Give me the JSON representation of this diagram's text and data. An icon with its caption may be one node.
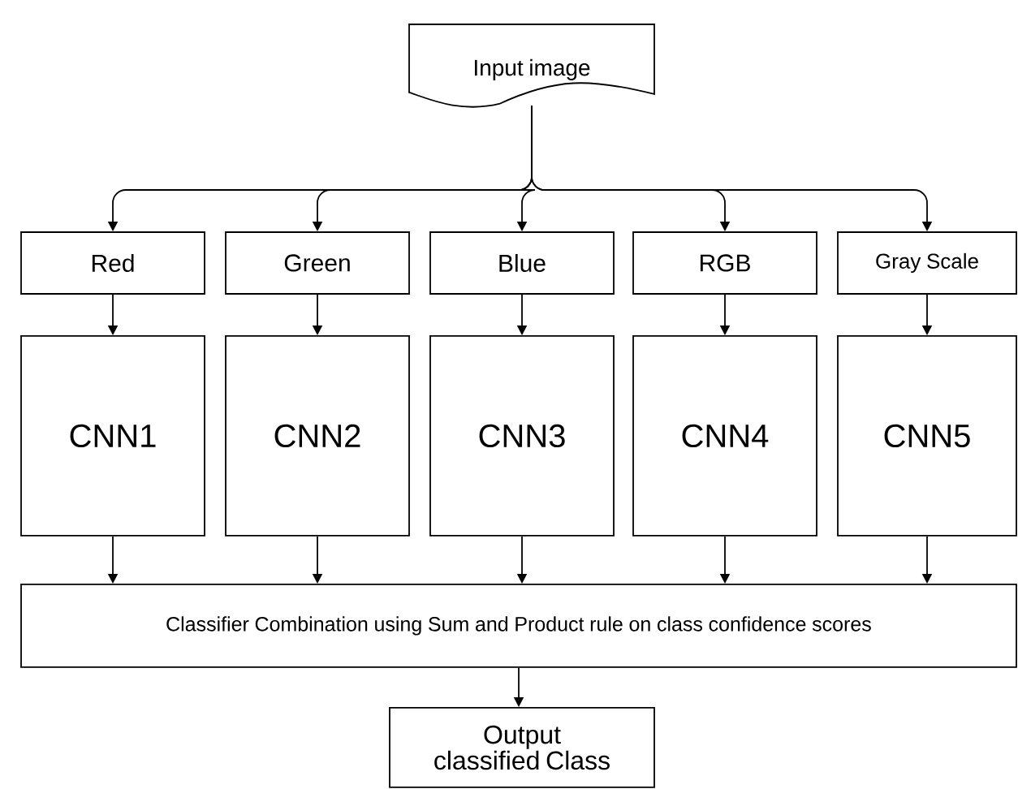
{
  "diagram": {
    "nodes": [
      {
        "text": [
          "Input image"
        ]
      },
      {
        "text": [
          "Red"
        ]
      },
      {
        "text": [
          "Green"
        ]
      },
      {
        "text": [
          "Blue"
        ]
      },
      {
        "text": [
          "RGB"
        ]
      },
      {
        "text": [
          "Gray Scale"
        ]
      },
      {
        "text": [
          "CNN1"
        ]
      },
      {
        "text": [
          "CNN2"
        ]
      },
      {
        "text": [
          "CNN3"
        ]
      },
      {
        "text": [
          "CNN4"
        ]
      },
      {
        "text": [
          "CNN5"
        ]
      },
      {
        "text": [
          "Classifier Combination using Sum and Product rule on class confidence scores"
        ]
      },
      {
        "text": [
          "Output classified Class"
        ]
      }
    ],
    "edges": [
      {
        "from": 0,
        "to": 1,
        "arrow": "to"
      },
      {
        "from": 0,
        "to": 2,
        "arrow": "to"
      },
      {
        "from": 0,
        "to": 3,
        "arrow": "to"
      },
      {
        "from": 0,
        "to": 4,
        "arrow": "to"
      },
      {
        "from": 0,
        "to": 5,
        "arrow": "to"
      },
      {
        "from": 1,
        "to": 6,
        "arrow": "to"
      },
      {
        "from": 2,
        "to": 7,
        "arrow": "to"
      },
      {
        "from": 3,
        "to": 8,
        "arrow": "to"
      },
      {
        "from": 4,
        "to": 9,
        "arrow": "to"
      },
      {
        "from": 5,
        "to": 10,
        "arrow": "to"
      },
      {
        "from": 6,
        "to": 11,
        "arrow": "to"
      },
      {
        "from": 7,
        "to": 11,
        "arrow": "to"
      },
      {
        "from": 8,
        "to": 11,
        "arrow": "to"
      },
      {
        "from": 9,
        "to": 11,
        "arrow": "to"
      },
      {
        "from": 10,
        "to": 11,
        "arrow": "to"
      },
      {
        "from": 11,
        "to": 12,
        "arrow": "to"
      }
    ]
  }
}
